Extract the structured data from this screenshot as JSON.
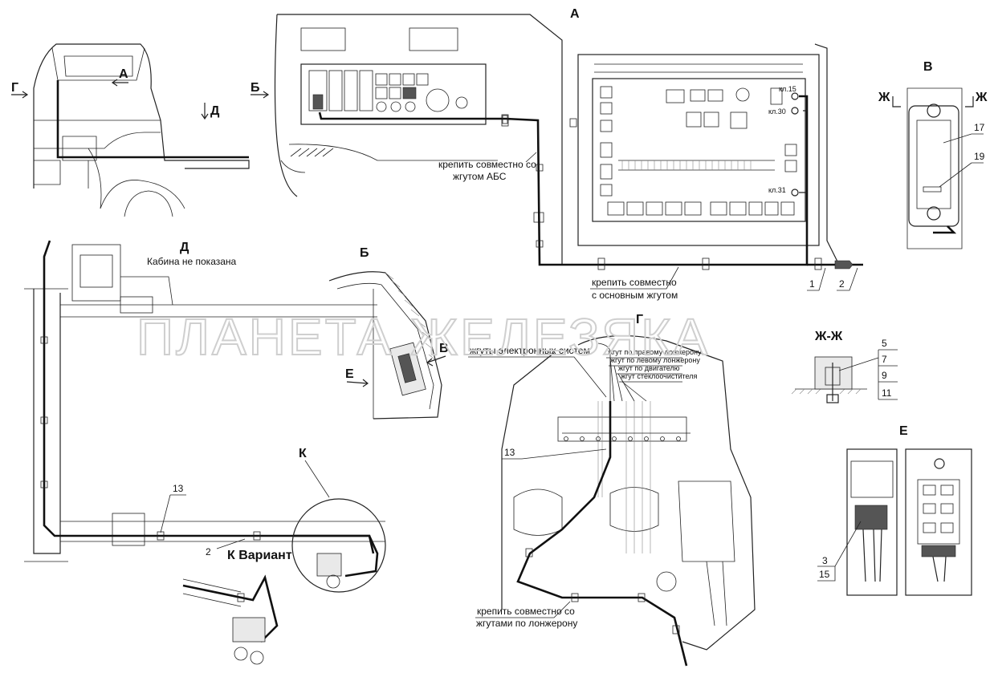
{
  "views": {
    "A": "А",
    "B": "Б",
    "V": "В",
    "G": "Г",
    "D": "Д",
    "E": "Е",
    "ZhZh": "Ж-Ж",
    "Zh": "Ж",
    "K": "К",
    "K_variant": "К Вариант"
  },
  "notes": {
    "cabin_not_shown": "Кабина не показана",
    "fix_with_abs": [
      "крепить совместно со",
      "жгутом АБС"
    ],
    "fix_with_main": [
      "крепить совместно",
      "с основным жгутом"
    ],
    "fix_with_spar": [
      "крепить совместно со",
      "жгутами по лонжерону"
    ],
    "harness_electronic": "жгуты электронных систем",
    "harness_right_spar": "жгут по правому лонжерону",
    "harness_left_spar": "жгут по левому лонжерону",
    "harness_engine": "жгут по двигателю",
    "harness_wiper": "жгут стеклоочистителя"
  },
  "terminals": {
    "kl15": "кл.15",
    "kl30": "кл.30",
    "kl31": "кл.31"
  },
  "positions": {
    "p1": "1",
    "p2": "2",
    "p3": "3",
    "p5": "5",
    "p7": "7",
    "p9": "9",
    "p11": "11",
    "p13": "13",
    "p15": "15",
    "p17": "17",
    "p19": "19"
  },
  "watermark": "ПЛАНЕТА ЖЕЛЕЗЯКА"
}
